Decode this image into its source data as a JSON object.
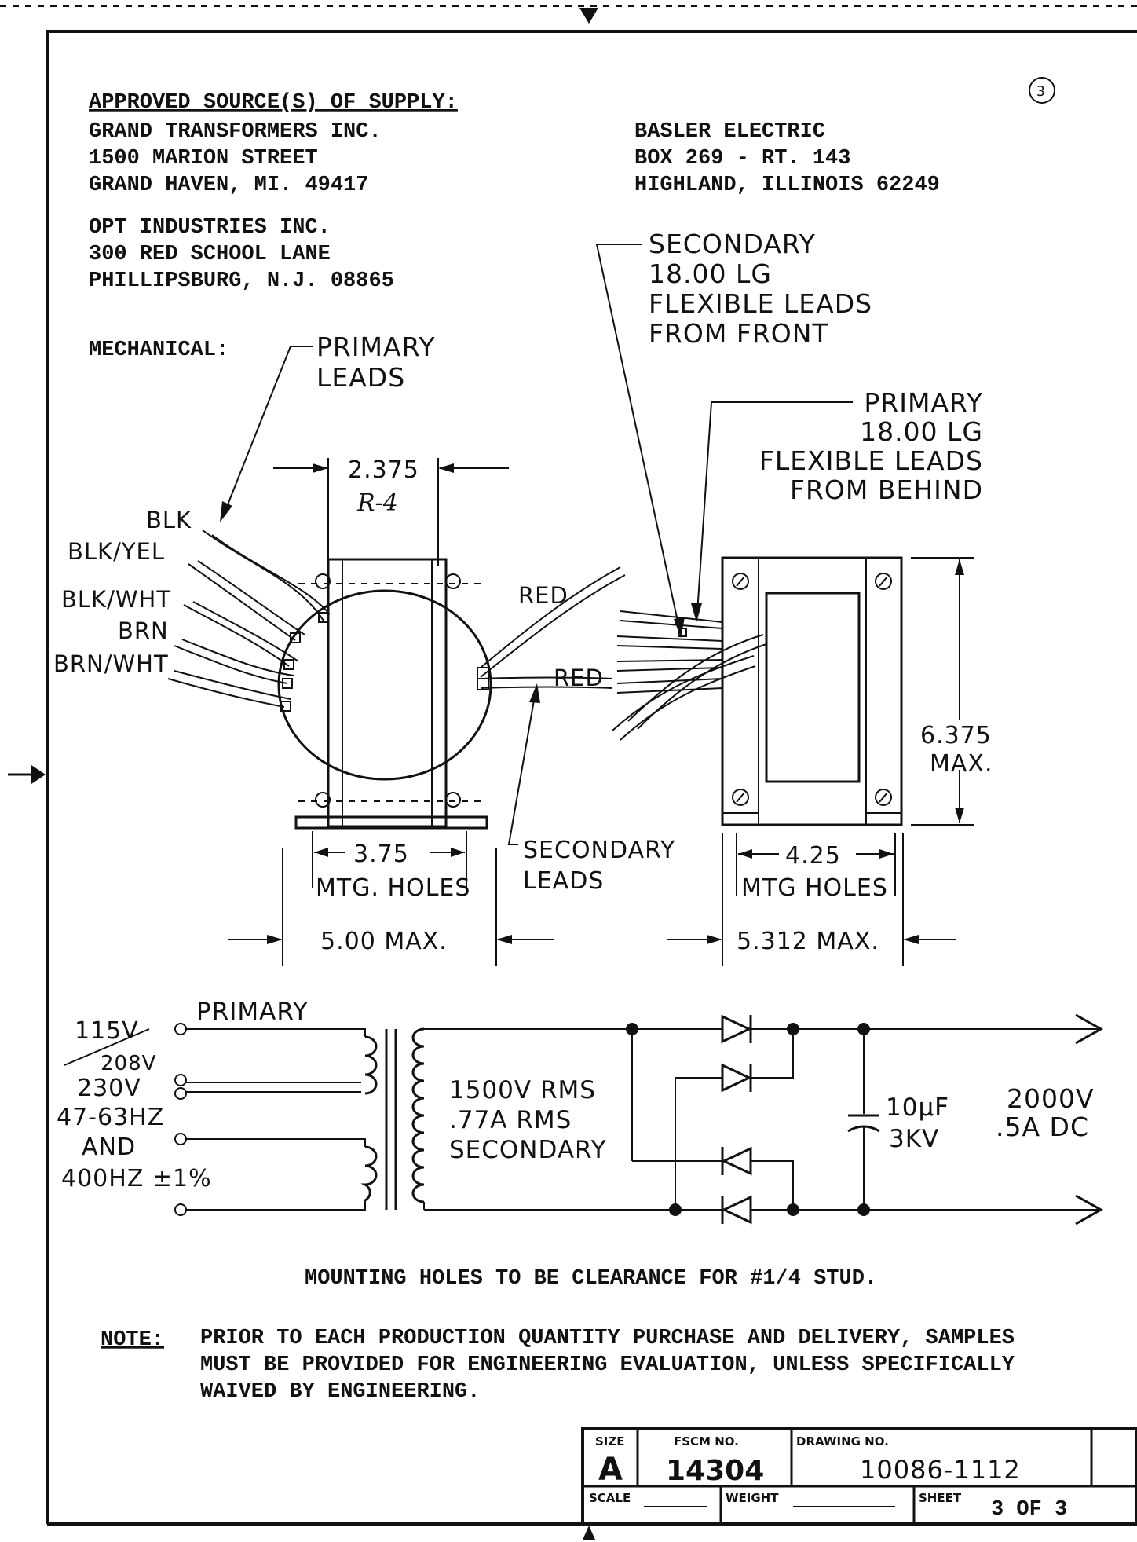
{
  "supply": {
    "heading": "APPROVED SOURCE(S) OF SUPPLY:",
    "vendor1": [
      "GRAND TRANSFORMERS INC.",
      "1500 MARION STREET",
      "GRAND HAVEN, MI. 49417"
    ],
    "vendor2": [
      "OPT INDUSTRIES INC.",
      "300 RED SCHOOL LANE",
      "PHILLIPSBURG, N.J. 08865"
    ],
    "vendor3": [
      "BASLER ELECTRIC",
      "BOX 269 - RT. 143",
      "HIGHLAND, ILLINOIS 62249"
    ]
  },
  "mechanical": {
    "label": "MECHANICAL:",
    "primary_leads": [
      "PRIMARY",
      "LEADS"
    ],
    "lead_colors": [
      "BLK",
      "BLK/YEL",
      "BLK/WHT",
      "BRN",
      "BRN/WHT"
    ],
    "red1": "RED",
    "red2": "RED",
    "secondary_note": [
      "SECONDARY",
      "18.00 LG",
      "FLEXIBLE LEADS",
      "FROM FRONT"
    ],
    "primary_note": [
      "PRIMARY",
      "18.00 LG",
      "FLEXIBLE LEADS",
      "FROM BEHIND"
    ],
    "secondary_leads": [
      "SECONDARY",
      "LEADS"
    ],
    "dim_top": "2.375",
    "dim_top_hand": "R-4",
    "dim_mtg_left": "3.75",
    "mtg_holes_left": "MTG. HOLES",
    "dim_max_left": "5.00 MAX.",
    "dim_mtg_right": "4.25",
    "mtg_holes_right": "MTG HOLES",
    "dim_max_right": "5.312 MAX.",
    "dim_height": [
      "6.375",
      "MAX."
    ]
  },
  "schematic": {
    "primary_label": "PRIMARY",
    "input_labels": [
      "115V",
      "208V",
      "230V",
      "47-63HZ",
      "AND",
      "400HZ ±1%"
    ],
    "secondary_labels": [
      "1500V RMS",
      ".77A RMS",
      "SECONDARY"
    ],
    "capacitor": [
      "10μF",
      "3KV"
    ],
    "output": [
      "2000V",
      ".5A DC"
    ]
  },
  "notes": {
    "mounting": "MOUNTING HOLES TO BE CLEARANCE FOR #1/4 STUD.",
    "note_label": "NOTE:",
    "note_lines": [
      "PRIOR TO EACH PRODUCTION QUANTITY PURCHASE AND DELIVERY, SAMPLES",
      "MUST BE PROVIDED FOR ENGINEERING EVALUATION, UNLESS SPECIFICALLY",
      "WAIVED BY ENGINEERING."
    ]
  },
  "title_block": {
    "size_label": "SIZE",
    "size_value": "A",
    "fscm_label": "FSCM NO.",
    "fscm_value": "14304",
    "drawing_label": "DRAWING NO.",
    "drawing_value": "10086-1112",
    "scale_label": "SCALE",
    "weight_label": "WEIGHT",
    "sheet_label": "SHEET",
    "sheet_value": "3 OF 3"
  },
  "page_mark": "3"
}
